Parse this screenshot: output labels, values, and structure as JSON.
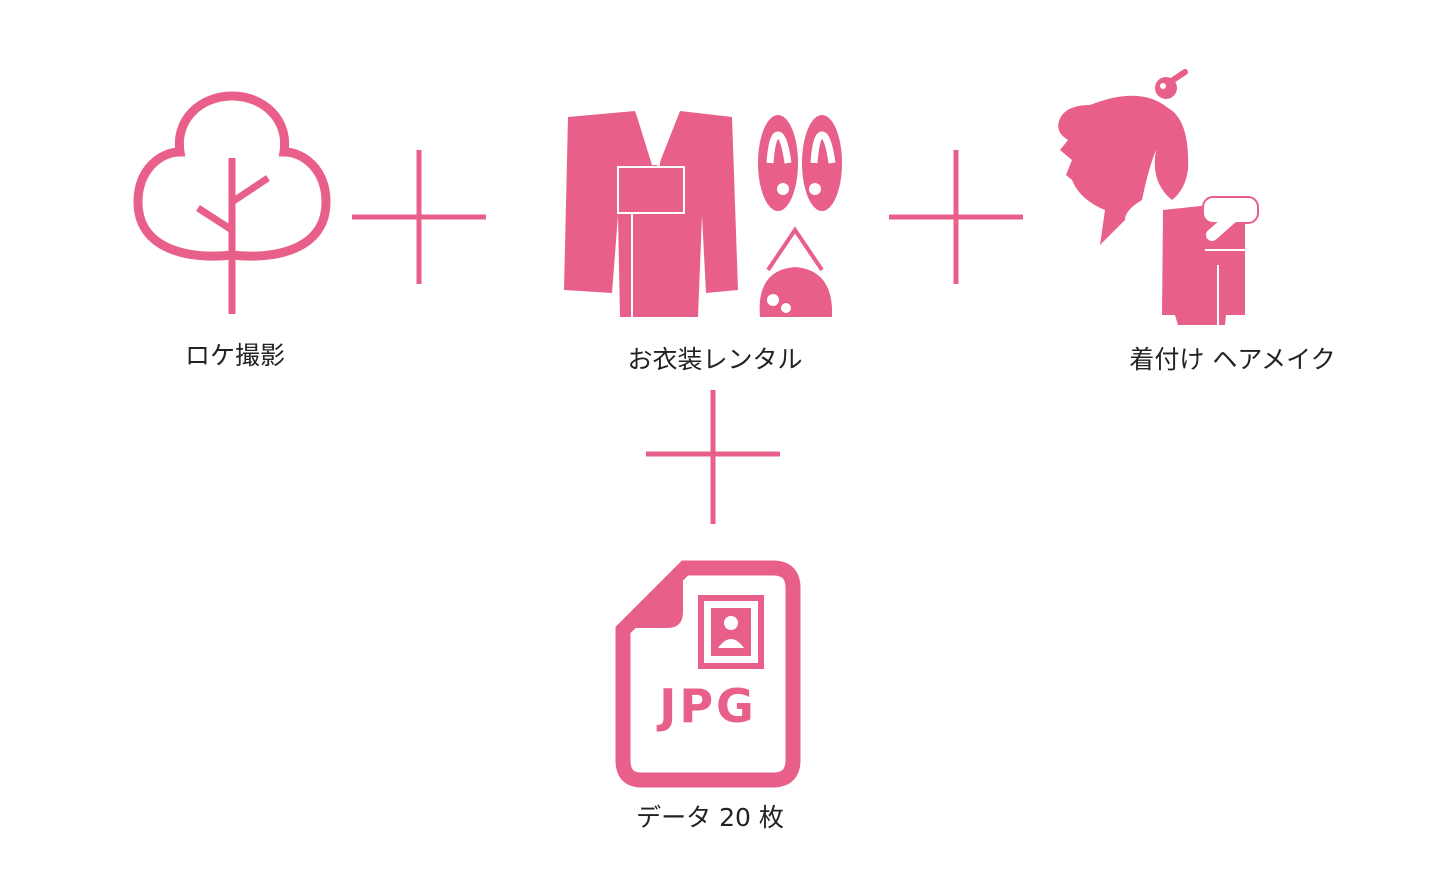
{
  "accent_color": "#e8608a",
  "items": [
    {
      "label": "ロケ撮影",
      "icon": "tree-icon"
    },
    {
      "label": "お衣装レンタル",
      "icon": "kimono-set-icon"
    },
    {
      "label": "着付け ヘアメイク",
      "icon": "hair-kimono-icon"
    },
    {
      "label": "データ 20 枚",
      "icon": "jpg-file-icon",
      "file_type": "JPG"
    }
  ]
}
